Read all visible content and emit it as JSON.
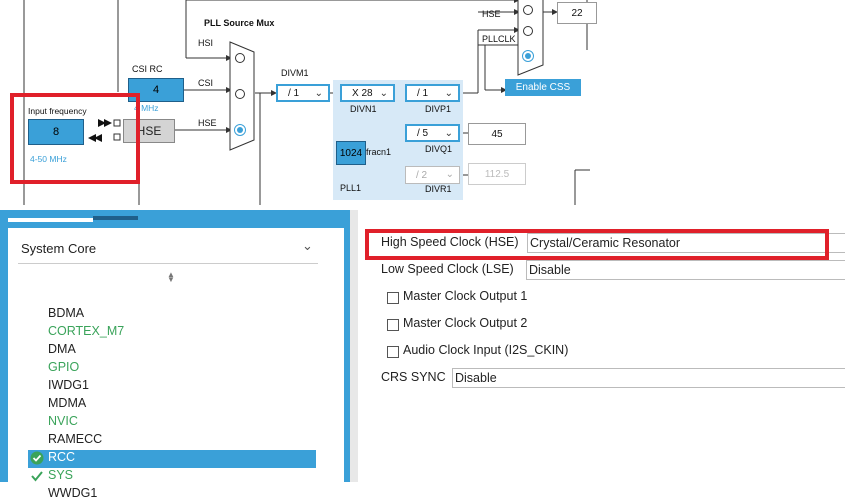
{
  "diagram": {
    "top_hse": "HSE",
    "top_pllclk": "PLLCLK",
    "top_value": "22",
    "enable_css": "Enable CSS",
    "pll_source_mux": "PLL Source Mux",
    "csi_rc_label": "CSI RC",
    "csi_value": "4",
    "csi_mhz": "4 MHz",
    "hsi": "HSI",
    "csi": "CSI",
    "hse": "HSE",
    "input_frequency_label": "Input frequency",
    "input_frequency_value": "8",
    "input_frequency_range": "4-50 MHz",
    "hse_block": "HSE",
    "divm1_label": "DIVM1",
    "divm1_value": "/ 1",
    "divn1_value": "X 28",
    "divn1_label": "DIVN1",
    "divp1_value": "/ 1",
    "divp1_label": "DIVP1",
    "divq1_value": "/ 5",
    "divq1_label": "DIVQ1",
    "divq1_output": "45",
    "divr1_value": "/ 2",
    "divr1_label": "DIVR1",
    "divr1_output": "112.5",
    "fracn_value": "1024",
    "fracn_label": "fracn1",
    "pll1_label": "PLL1"
  },
  "sidebar": {
    "category": "System Core",
    "items": [
      {
        "label": "BDMA",
        "state": "normal"
      },
      {
        "label": "CORTEX_M7",
        "state": "configured"
      },
      {
        "label": "DMA",
        "state": "normal"
      },
      {
        "label": "GPIO",
        "state": "configured"
      },
      {
        "label": "IWDG1",
        "state": "normal"
      },
      {
        "label": "MDMA",
        "state": "normal"
      },
      {
        "label": "NVIC",
        "state": "configured"
      },
      {
        "label": "RAMECC",
        "state": "normal"
      },
      {
        "label": "RCC",
        "state": "selected"
      },
      {
        "label": "SYS",
        "state": "checked"
      },
      {
        "label": "WWDG1",
        "state": "normal"
      }
    ]
  },
  "config": {
    "hse_label": "High Speed Clock (HSE)",
    "hse_value": "Crystal/Ceramic Resonator",
    "lse_label": "Low Speed Clock (LSE)",
    "lse_value": "Disable",
    "mco1_label": "Master Clock Output 1",
    "mco2_label": "Master Clock Output 2",
    "i2s_label": "Audio Clock Input (I2S_CKIN)",
    "crs_label": "CRS SYNC",
    "crs_value": "Disable"
  },
  "colors": {
    "accent": "#3aa0d8",
    "highlight": "#e0202a",
    "configured": "#3aa35a"
  }
}
